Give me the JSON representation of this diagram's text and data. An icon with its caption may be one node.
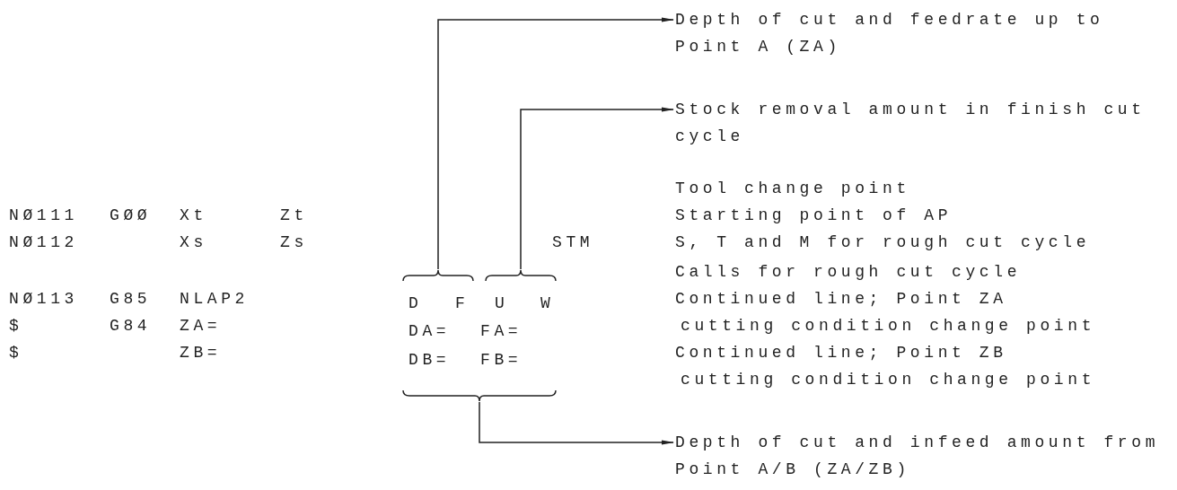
{
  "diagram": {
    "nodes": [
      {
        "text": [
          "Depth of cut and feedrate up to Point A (ZA)"
        ]
      },
      {
        "text": [
          "Stock removal amount in finish cut cycle"
        ]
      },
      {
        "text": [
          "Depth of cut and infeed amount from Point A/B (ZA/ZB)"
        ]
      },
      {
        "text": [
          "D",
          "F"
        ]
      },
      {
        "text": [
          "U",
          "W"
        ]
      },
      {
        "text": [
          "DA=",
          "FA=",
          "DB=",
          "FB="
        ]
      }
    ],
    "edges": [
      {
        "from": 3,
        "to": 0,
        "arrow": "to"
      },
      {
        "from": 4,
        "to": 1,
        "arrow": "to"
      },
      {
        "from": 5,
        "to": 2,
        "arrow": "to"
      }
    ],
    "labels": [
      "NØ111",
      "GØØ",
      "Xt",
      "Zt",
      "NØ112",
      "Xs",
      "Zs",
      "STM",
      "NØ113",
      "G85",
      "NLAP2",
      "$",
      "G84",
      "ZA=",
      "$",
      "ZB=",
      "Tool change point",
      "Starting point of AP",
      "S, T and M for rough cut cycle",
      "Calls for rough cut cycle",
      "Continued line; Point ZA cutting condition change point",
      "Continued line; Point ZB cutting condition change point"
    ]
  }
}
